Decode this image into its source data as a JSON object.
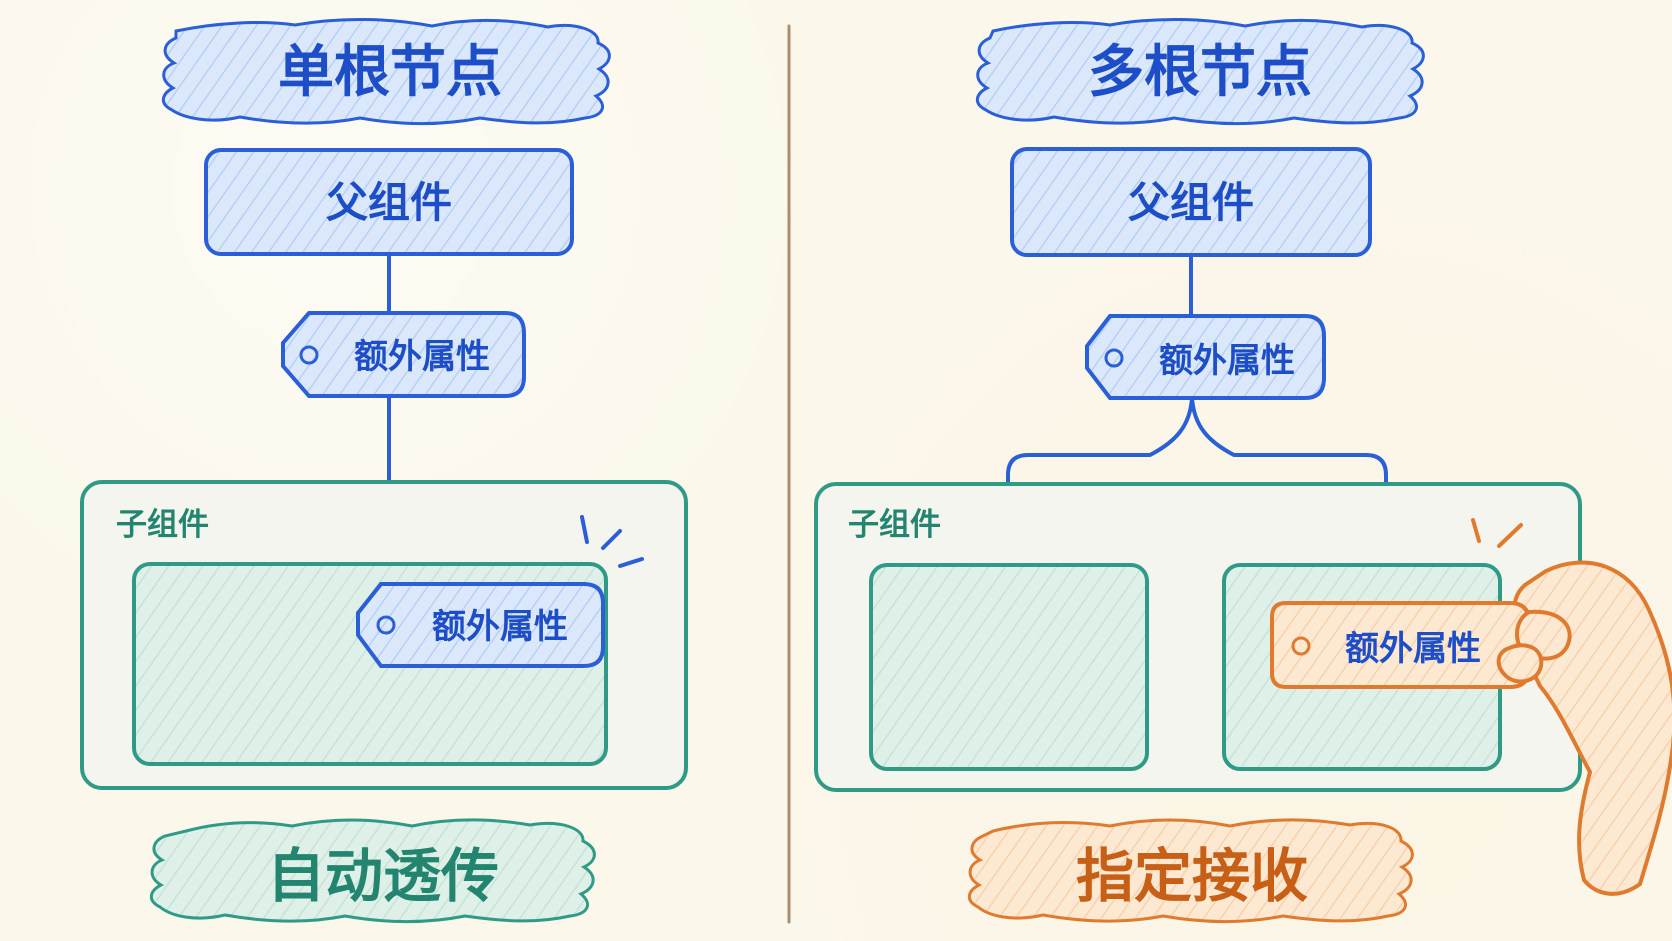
{
  "left": {
    "banner": "单根节点",
    "parent": "父组件",
    "tag": "额外属性",
    "child_label": "子组件",
    "inner_tag": "额外属性",
    "footer": "自动透传"
  },
  "right": {
    "banner": "多根节点",
    "parent": "父组件",
    "tag": "额外属性",
    "child_label": "子组件",
    "inner_tag": "额外属性",
    "footer": "指定接收"
  },
  "colors": {
    "blue": "#2a5fd7",
    "blue_fill": "#dbe8fb",
    "teal": "#2f9b86",
    "teal_fill": "#dff0e8",
    "orange": "#df7a2e",
    "orange_fill": "#fde8d2",
    "paper": "#fbf7ea"
  }
}
